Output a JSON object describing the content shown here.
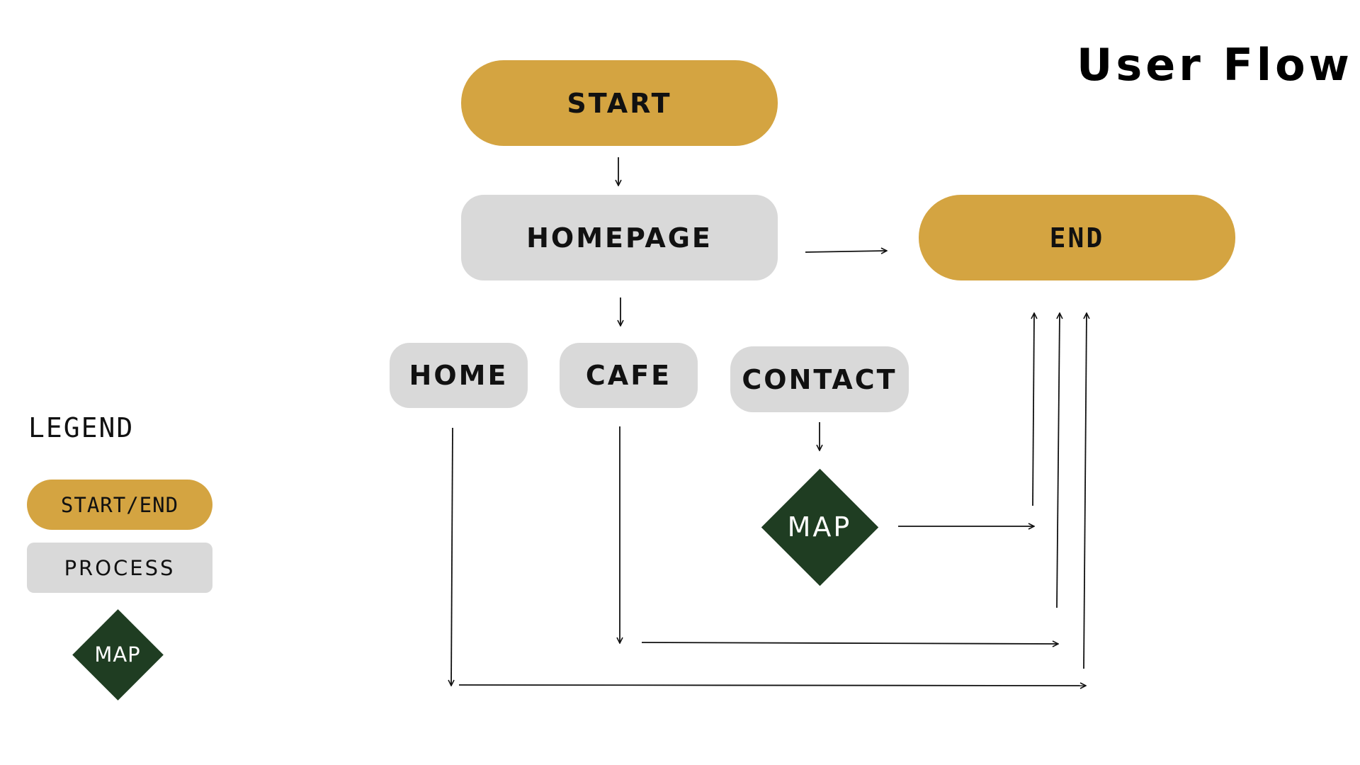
{
  "title": "User Flow",
  "colors": {
    "start_end": "#D4A441",
    "process": "#D9D9D9",
    "decision": "#1F3D22",
    "arrow": "#111111"
  },
  "nodes": {
    "start": "START",
    "homepage": "HOMEPAGE",
    "end": "END",
    "home": "HOME",
    "cafe": "CAFE",
    "contact": "CONTACT",
    "map": "MAP"
  },
  "legend": {
    "title": "LEGEND",
    "start_end": "START/END",
    "process": "PROCESS",
    "map": "MAP"
  }
}
